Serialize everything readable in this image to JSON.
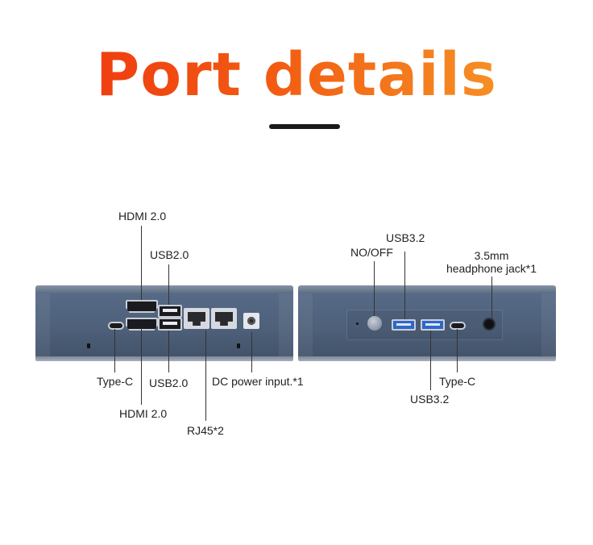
{
  "header": {
    "title": "Port details"
  },
  "back_panel": {
    "labels": {
      "hdmi_top": "HDMI 2.0",
      "usb_top": "USB2.0",
      "typec": "Type-C",
      "usb_bottom": "USB2.0",
      "hdmi_bottom": "HDMI 2.0",
      "rj45": "RJ45*2",
      "dc": "DC power input.*1"
    }
  },
  "front_panel": {
    "labels": {
      "power": "NO/OFF",
      "usb_top": "USB3.2",
      "audio_line1": "3.5mm",
      "audio_line2": "headphone jack*1",
      "typec": "Type-C",
      "usb_bottom": "USB3.2"
    }
  }
}
